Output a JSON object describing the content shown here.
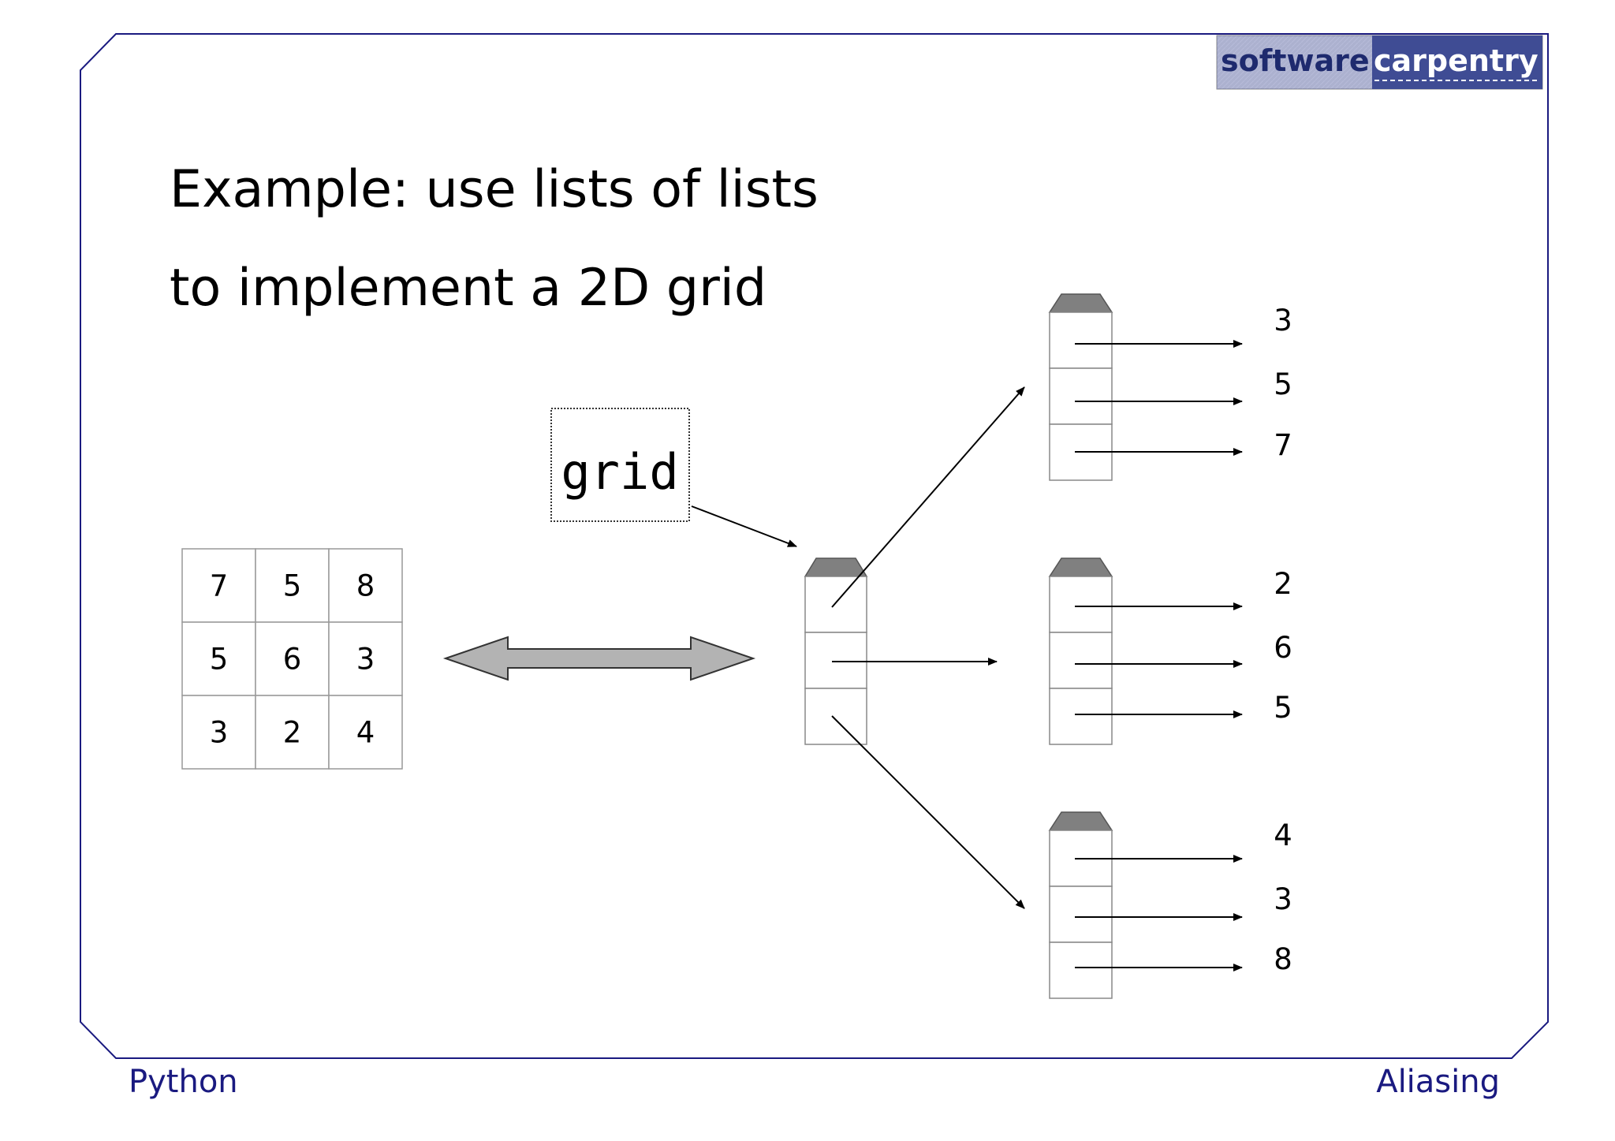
{
  "slide": {
    "title_line1": "Example: use lists of lists",
    "title_line2": "to implement a 2D grid",
    "variable_name": "grid"
  },
  "footer": {
    "left": "Python",
    "right": "Aliasing"
  },
  "logo": {
    "word1": "software",
    "word2": "carpentry"
  },
  "grid_table": [
    [
      "7",
      "5",
      "8"
    ],
    [
      "5",
      "6",
      "3"
    ],
    [
      "3",
      "2",
      "4"
    ]
  ],
  "sublists": [
    [
      "3",
      "5",
      "7"
    ],
    [
      "2",
      "6",
      "5"
    ],
    [
      "4",
      "3",
      "8"
    ]
  ],
  "colors": {
    "frame": "#1a1a80",
    "footer_text": "#1a1a80",
    "cap": "#808080",
    "cell_border": "#888888",
    "double_arrow_fill": "#b3b3b3",
    "logo_bg": "#4d5a9e"
  }
}
